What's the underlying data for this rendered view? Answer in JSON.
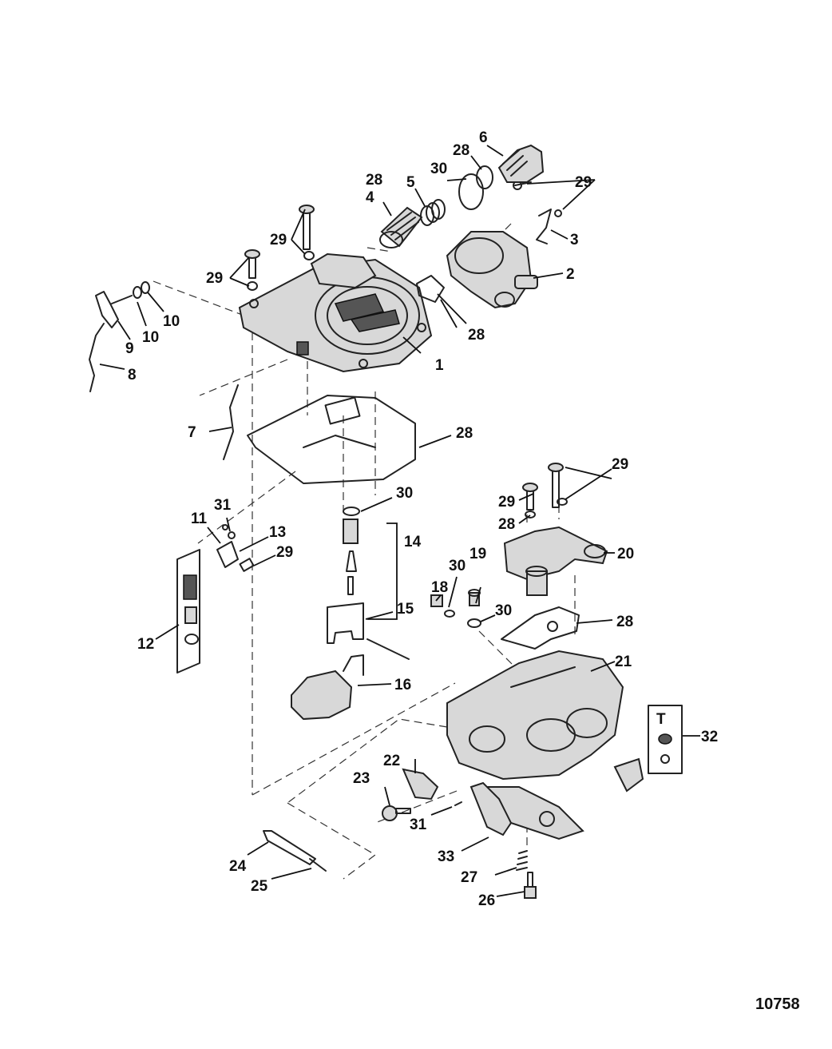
{
  "figure_number": "10758",
  "callouts": [
    "1",
    "2",
    "3",
    "4",
    "5",
    "6",
    "7",
    "8",
    "9",
    "10",
    "10",
    "11",
    "12",
    "13",
    "14",
    "15",
    "16",
    "18",
    "19",
    "20",
    "21",
    "22",
    "23",
    "24",
    "25",
    "26",
    "27",
    "28",
    "28",
    "28",
    "28",
    "28",
    "28",
    "28",
    "29",
    "29",
    "29",
    "29",
    "29",
    "29",
    "30",
    "30",
    "30",
    "30",
    "31",
    "31",
    "32",
    "33"
  ],
  "kit_symbol": "T"
}
